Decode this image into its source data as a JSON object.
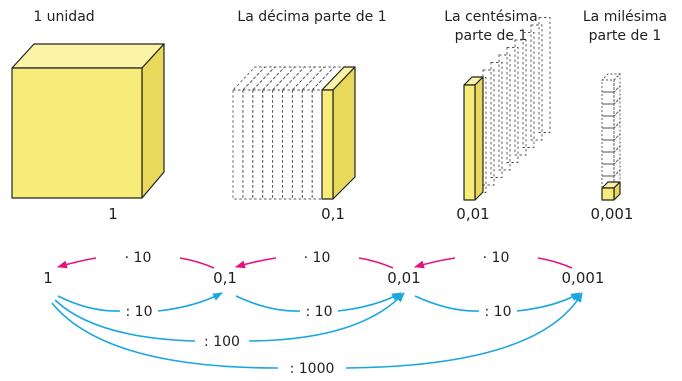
{
  "colors": {
    "cube_front": "#f7ec7a",
    "cube_top": "#fbf3a6",
    "cube_side": "#e8d95b",
    "outline": "#222222",
    "arrow_multiply": "#e6127d",
    "arrow_divide": "#1aa7e0"
  },
  "units": [
    {
      "title": [
        "1 unidad"
      ],
      "value": "1"
    },
    {
      "title": [
        "La décima parte de 1"
      ],
      "value": "0,1"
    },
    {
      "title": [
        "La centésima",
        "parte de 1"
      ],
      "value": "0,01"
    },
    {
      "title": [
        "La milésima",
        "parte de 1"
      ],
      "value": "0,001"
    }
  ],
  "chain": {
    "values": [
      "1",
      "0,1",
      "0,01",
      "0,001"
    ],
    "multiply_label": "· 10",
    "divide_labels": [
      ": 10",
      ": 10",
      ": 10"
    ],
    "long_divide_labels": [
      ": 100",
      ": 1000"
    ]
  }
}
